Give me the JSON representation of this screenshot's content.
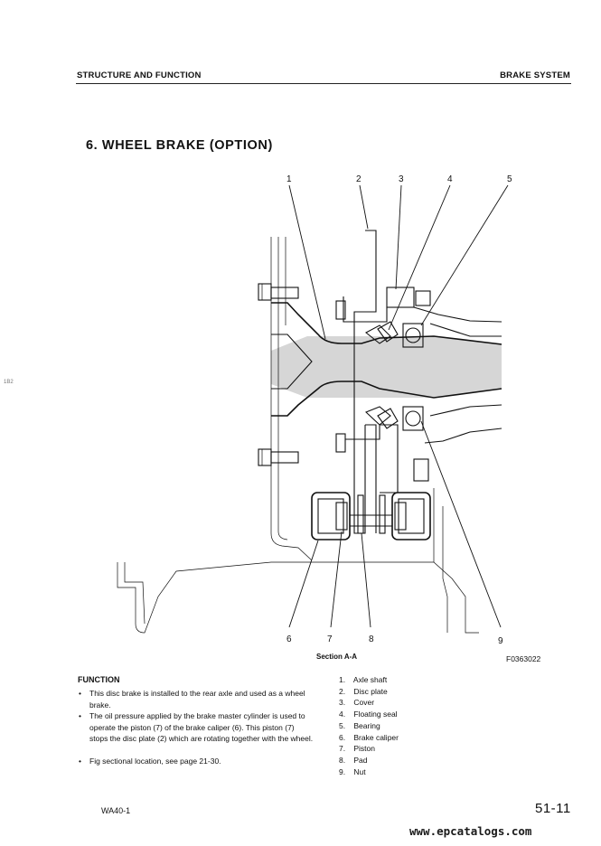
{
  "header": {
    "left": "STRUCTURE AND FUNCTION",
    "right": "BRAKE SYSTEM"
  },
  "section_title": "6. WHEEL BRAKE (OPTION)",
  "diagram": {
    "top_callouts": [
      "1",
      "2",
      "3",
      "4",
      "5"
    ],
    "bottom_callouts": [
      "6",
      "7",
      "8",
      "9"
    ],
    "caption": "Section A-A",
    "figure_code": "F0363022"
  },
  "function": {
    "heading": "FUNCTION",
    "bullets": [
      "This disc brake is installed to the rear axle and used as a wheel brake.",
      "The oil pressure applied by the brake master cylinder is used to operate the piston (7) of the brake caliper (6). This piston (7) stops the disc plate (2) which are rotating together with the wheel.",
      "Fig sectional location, see page 21-30."
    ]
  },
  "parts": [
    {
      "num": "1.",
      "name": "Axle shaft"
    },
    {
      "num": "2.",
      "name": "Disc plate"
    },
    {
      "num": "3.",
      "name": "Cover"
    },
    {
      "num": "4.",
      "name": "Floating seal"
    },
    {
      "num": "5.",
      "name": "Bearing"
    },
    {
      "num": "6.",
      "name": "Brake caliper"
    },
    {
      "num": "7.",
      "name": "Piston"
    },
    {
      "num": "8.",
      "name": "Pad"
    },
    {
      "num": "9.",
      "name": "Nut"
    }
  ],
  "footer": {
    "model": "WA40-1",
    "page": "51-11",
    "watermark": "www.epcatalogs.com"
  },
  "margin_note": "1B2"
}
